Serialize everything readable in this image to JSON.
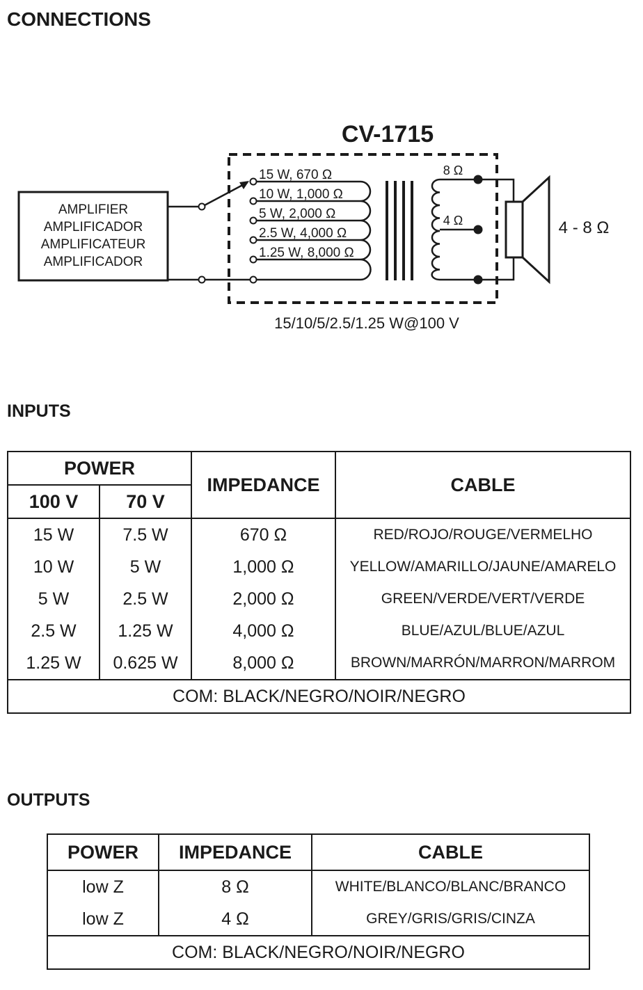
{
  "headings": {
    "connections": "CONNECTIONS",
    "inputs": "INPUTS",
    "outputs": "OUTPUTS"
  },
  "diagram": {
    "model": "CV-1715",
    "amplifier_labels": [
      "AMPLIFIER",
      "AMPLIFICADOR",
      "AMPLIFICATEUR",
      "AMPLIFICADOR"
    ],
    "taps": [
      "15 W, 670 Ω",
      "10 W, 1,000 Ω",
      "5 W, 2,000 Ω",
      "2.5 W, 4,000 Ω",
      "1.25 W, 8,000 Ω"
    ],
    "secondary_taps": [
      "8 Ω",
      "4 Ω"
    ],
    "speaker_impedance": "4 - 8 Ω",
    "rating": "15/10/5/2.5/1.25 W@100 V"
  },
  "inputs": {
    "header_power": "POWER",
    "header_100v": "100 V",
    "header_70v": "70 V",
    "header_impedance": "IMPEDANCE",
    "header_cable": "CABLE",
    "rows": [
      {
        "p100": "15 W",
        "p70": "7.5 W",
        "imp": "670 Ω",
        "cable": "RED/ROJO/ROUGE/VERMELHO"
      },
      {
        "p100": "10 W",
        "p70": "5 W",
        "imp": "1,000 Ω",
        "cable": "YELLOW/AMARILLO/JAUNE/AMARELO"
      },
      {
        "p100": "5 W",
        "p70": "2.5 W",
        "imp": "2,000 Ω",
        "cable": "GREEN/VERDE/VERT/VERDE"
      },
      {
        "p100": "2.5 W",
        "p70": "1.25 W",
        "imp": "4,000 Ω",
        "cable": "BLUE/AZUL/BLUE/AZUL"
      },
      {
        "p100": "1.25 W",
        "p70": "0.625 W",
        "imp": "8,000 Ω",
        "cable": "BROWN/MARRÓN/MARRON/MARROM"
      }
    ],
    "com": "COM: BLACK/NEGRO/NOIR/NEGRO"
  },
  "outputs": {
    "header_power": "POWER",
    "header_impedance": "IMPEDANCE",
    "header_cable": "CABLE",
    "rows": [
      {
        "power": "low Z",
        "imp": "8 Ω",
        "cable": "WHITE/BLANCO/BLANC/BRANCO"
      },
      {
        "power": "low Z",
        "imp": "4 Ω",
        "cable": "GREY/GRIS/GRIS/CINZA"
      }
    ],
    "com": "COM: BLACK/NEGRO/NOIR/NEGRO"
  }
}
